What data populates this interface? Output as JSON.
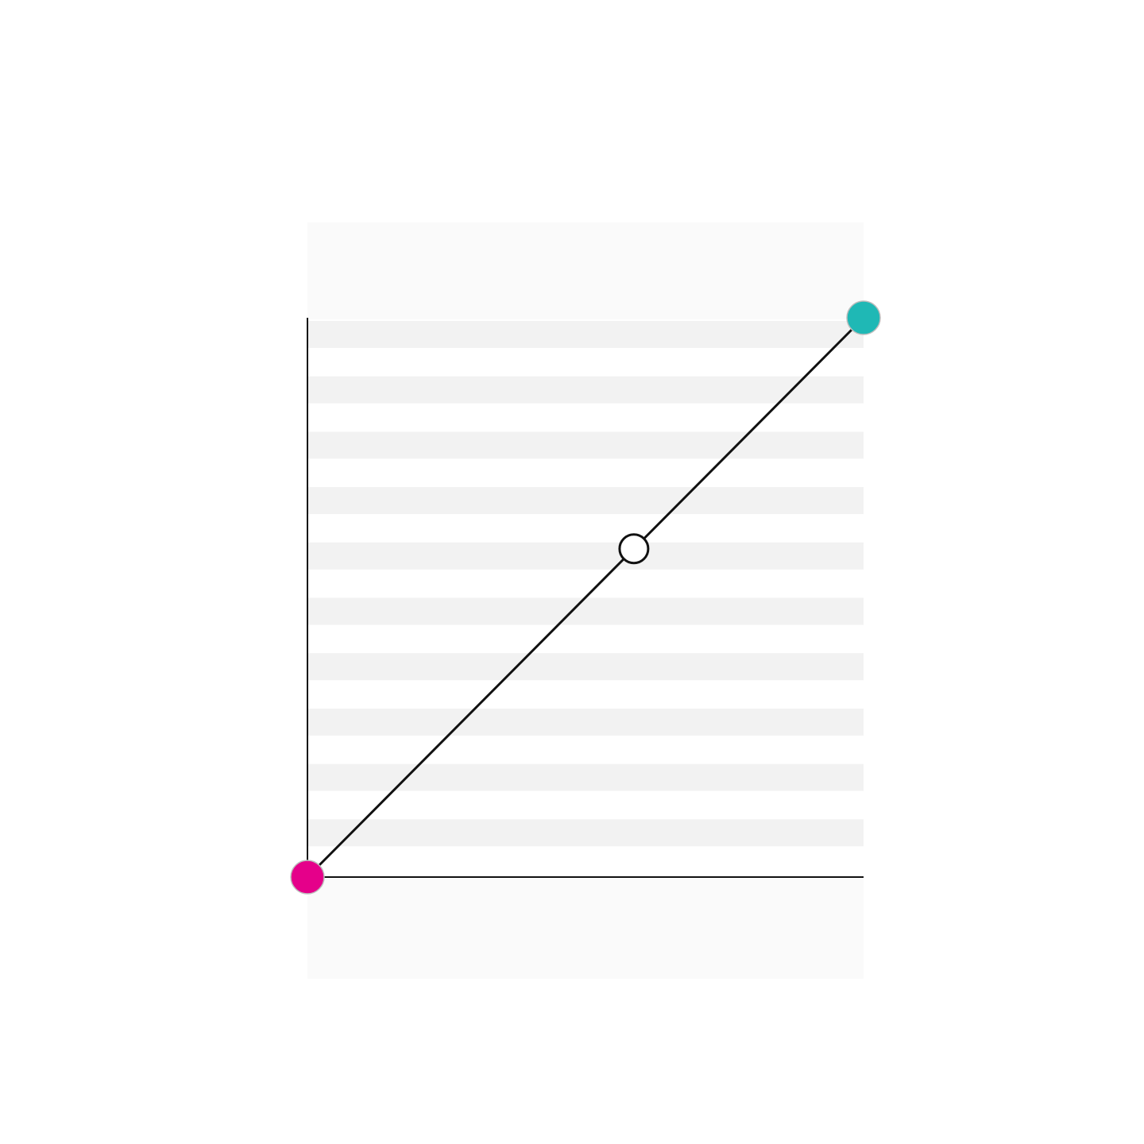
{
  "curve_editor": {
    "curve_type": "linear",
    "colors": {
      "panel_background": "#fafafa",
      "stripe": "#f2f2f2",
      "axis": "#111111",
      "curve": "#111111",
      "start_handle": "#e5008a",
      "end_handle": "#1fb8b5",
      "mid_handle_fill": "#ffffff"
    },
    "points": {
      "start": {
        "x": 0,
        "y": 0
      },
      "mid": {
        "x": 0.587,
        "y": 0.587
      },
      "end": {
        "x": 1,
        "y": 1
      }
    },
    "range": {
      "x": [
        0,
        1
      ],
      "y": [
        0,
        1
      ]
    }
  }
}
